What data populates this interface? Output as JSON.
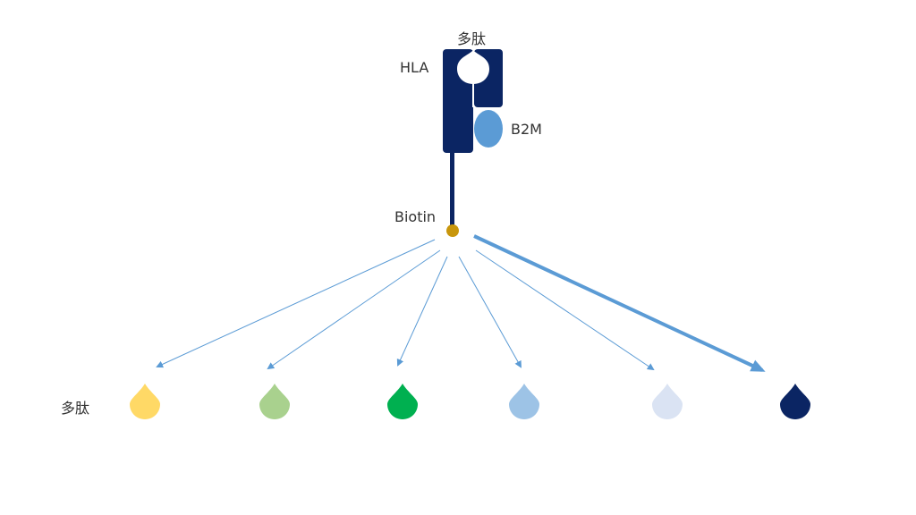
{
  "labels": {
    "peptide_top": "多肽",
    "hla": "HLA",
    "b2m": "B2M",
    "biotin": "Biotin",
    "peptide_row": "多肽"
  },
  "colors": {
    "hla": "#0b2563",
    "b2m": "#5b9bd5",
    "biotin": "#c8960c",
    "arrow": "#5b9bd5",
    "droplets": [
      "#ffd966",
      "#a9d18e",
      "#00b050",
      "#9dc3e6",
      "#dae3f3",
      "#0b2563"
    ]
  }
}
